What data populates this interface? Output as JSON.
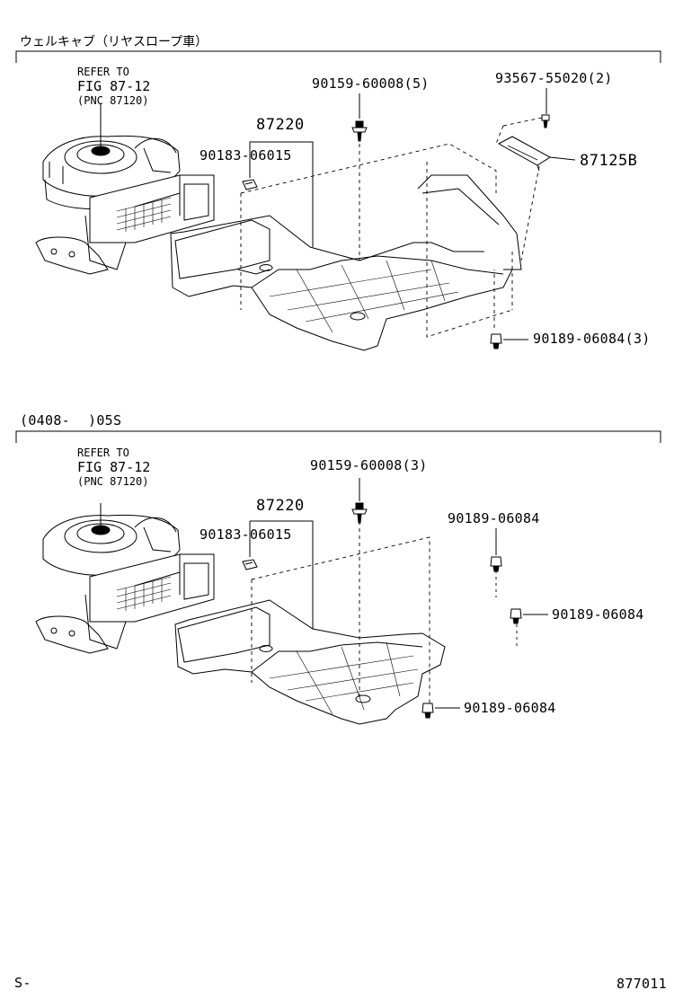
{
  "sections": [
    {
      "header": "ウェルキャブ（リヤスロープ車）",
      "refer": {
        "line1": "REFER TO",
        "line2": "FIG 87-12",
        "line3": "(PNC 87120)"
      },
      "parts": {
        "p87220": "87220",
        "p90183": "90183-06015",
        "p90159": "90159-60008(5)",
        "p93567": "93567-55020(2)",
        "p87125b": "87125B",
        "p90189": "90189-06084(3)"
      }
    },
    {
      "header_left": "(0408-",
      "header_right": ")05S",
      "refer": {
        "line1": "REFER TO",
        "line2": "FIG 87-12",
        "line3": "(PNC 87120)"
      },
      "parts": {
        "p87220": "87220",
        "p90183": "90183-06015",
        "p90159": "90159-60008(3)",
        "p90189_top": "90189-06084",
        "p90189_mid": "90189-06084",
        "p90189_bot": "90189-06084"
      }
    }
  ],
  "footer": {
    "left": "S-",
    "right": "877011"
  }
}
